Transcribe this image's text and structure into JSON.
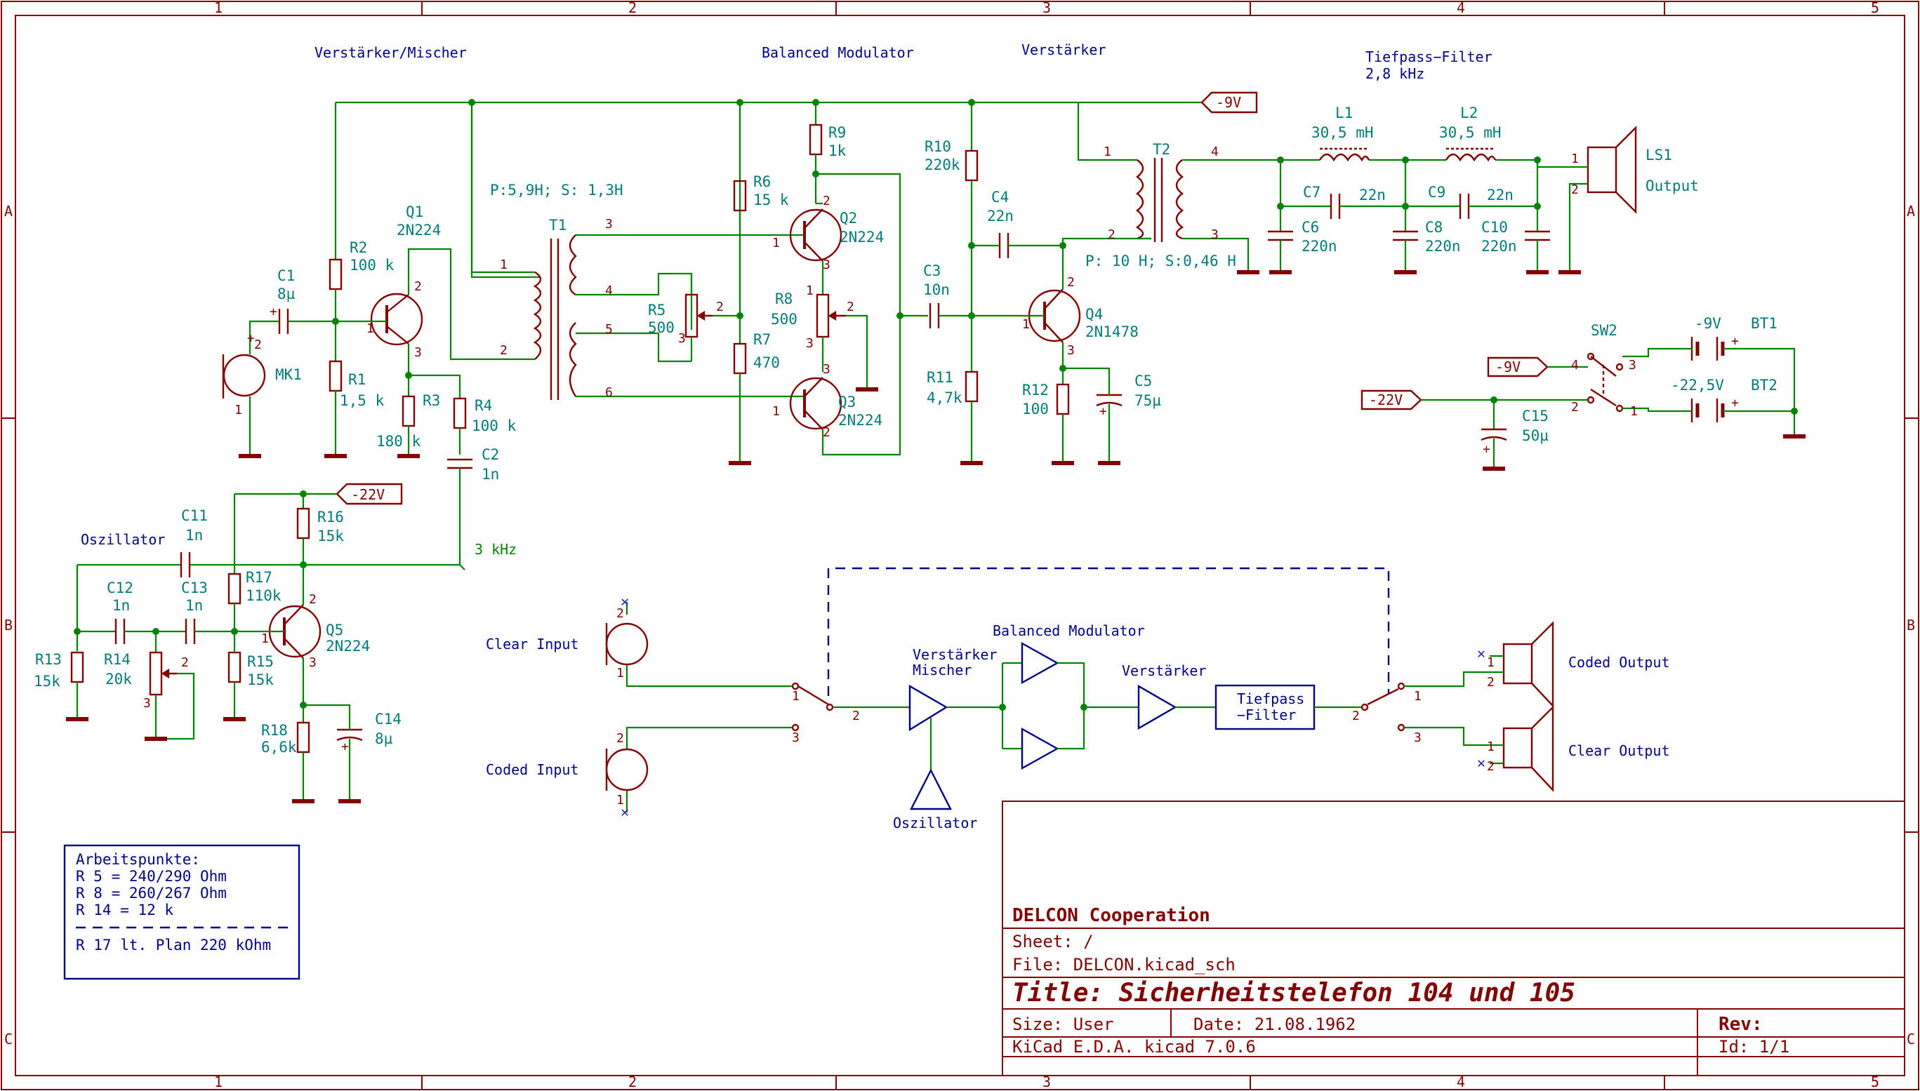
{
  "frame": {
    "columns": [
      "1",
      "2",
      "3",
      "4",
      "5"
    ],
    "rows": [
      "A",
      "B",
      "C"
    ]
  },
  "section_titles": {
    "amp_mixer": "Verstärker/Mischer",
    "balanced_modulator": "Balanced Modulator",
    "amplifier": "Verstärker",
    "lowpass_line1": "Tiefpass−Filter",
    "lowpass_line2": "2,8 kHz",
    "oscillator": "Oszillator"
  },
  "transformer_notes": {
    "t1": "P:5,9H; S: 1,3H",
    "t2": "P: 10 H; S:0,46 H"
  },
  "power_labels": {
    "neg9_top": "-9V",
    "neg22_osc": "-22V",
    "neg9_sw": "-9V",
    "neg22_sw": "-22V"
  },
  "net_label_3khz": "3 kHz",
  "components": {
    "MK1": {
      "ref": "MK1"
    },
    "C1": {
      "ref": "C1",
      "value": "8µ"
    },
    "R1": {
      "ref": "R1",
      "value": "1,5 k"
    },
    "R2": {
      "ref": "R2",
      "value": "100 k"
    },
    "R3": {
      "ref": "R3",
      "value": "180 k"
    },
    "R4": {
      "ref": "R4",
      "value": "100 k"
    },
    "C2": {
      "ref": "C2",
      "value": "1n"
    },
    "Q1": {
      "ref": "Q1",
      "value": "2N224"
    },
    "T1": {
      "ref": "T1"
    },
    "R5": {
      "ref": "R5",
      "value": "500"
    },
    "R6": {
      "ref": "R6",
      "value": "15 k"
    },
    "R7": {
      "ref": "R7",
      "value": "470"
    },
    "R8": {
      "ref": "R8",
      "value": "500"
    },
    "R9": {
      "ref": "R9",
      "value": "1k"
    },
    "Q2": {
      "ref": "Q2",
      "value": "2N224"
    },
    "Q3": {
      "ref": "Q3",
      "value": "2N224"
    },
    "R10": {
      "ref": "R10",
      "value": "220k"
    },
    "R11": {
      "ref": "R11",
      "value": "4,7k"
    },
    "R12": {
      "ref": "R12",
      "value": "100"
    },
    "C3": {
      "ref": "C3",
      "value": "10n"
    },
    "C4": {
      "ref": "C4",
      "value": "22n"
    },
    "C5": {
      "ref": "C5",
      "value": "75µ"
    },
    "Q4": {
      "ref": "Q4",
      "value": "2N1478"
    },
    "T2": {
      "ref": "T2"
    },
    "L1": {
      "ref": "L1",
      "value": "30,5 mH"
    },
    "L2": {
      "ref": "L2",
      "value": "30,5 mH"
    },
    "C6": {
      "ref": "C6",
      "value": "220n"
    },
    "C7": {
      "ref": "C7",
      "value": "22n"
    },
    "C8": {
      "ref": "C8",
      "value": "220n"
    },
    "C9": {
      "ref": "C9",
      "value": "22n"
    },
    "C10": {
      "ref": "C10",
      "value": "220n"
    },
    "LS1": {
      "ref": "LS1",
      "value": "Output"
    },
    "SW2": {
      "ref": "SW2"
    },
    "BT1": {
      "ref": "BT1",
      "value": "-9V"
    },
    "BT2": {
      "ref": "BT2",
      "value": "-22,5V"
    },
    "C15": {
      "ref": "C15",
      "value": "50µ"
    },
    "C11": {
      "ref": "C11",
      "value": "1n"
    },
    "C12": {
      "ref": "C12",
      "value": "1n"
    },
    "C13": {
      "ref": "C13",
      "value": "1n"
    },
    "R13": {
      "ref": "R13",
      "value": "15k"
    },
    "R14": {
      "ref": "R14",
      "value": "20k"
    },
    "R15": {
      "ref": "R15",
      "value": "15k"
    },
    "R16": {
      "ref": "R16",
      "value": "15k"
    },
    "R17": {
      "ref": "R17",
      "value": "110k"
    },
    "R18": {
      "ref": "R18",
      "value": "6,6k"
    },
    "C14": {
      "ref": "C14",
      "value": "8µ"
    },
    "Q5": {
      "ref": "Q5",
      "value": "2N224"
    }
  },
  "block_diagram": {
    "clear_input": "Clear Input",
    "coded_input": "Coded Input",
    "amp_mixer_line1": "Verstärker",
    "amp_mixer_line2": "Mischer",
    "balanced_modulator": "Balanced Modulator",
    "amplifier": "Verstärker",
    "filter_line1": "Tiefpass",
    "filter_line2": "−Filter",
    "oscillator": "Oszillator",
    "coded_output": "Coded Output",
    "clear_output": "Clear Output"
  },
  "notes_box": {
    "title": "Arbeitspunkte:",
    "line1": "R 5  = 240/290 Ohm",
    "line2": "R 8  = 260/267 Ohm",
    "line3": "R 14 = 12 k",
    "line4": "R 17 lt. Plan 220 kOhm"
  },
  "title_block": {
    "company": "DELCON Cooperation",
    "sheet": "Sheet: /",
    "file": "File: DELCON.kicad_sch",
    "title": "Title: Sicherheitstelefon 104 und 105",
    "size": "Size: User",
    "date": "Date: 21.08.1962",
    "rev": "Rev:",
    "tool": "KiCad E.D.A.  kicad 7.0.6",
    "id": "Id: 1/1"
  },
  "colors": {
    "wire": "#008400",
    "symbol": "#840000",
    "reference": "#007a7a",
    "label": "#00008a",
    "background": "#ffffff"
  }
}
